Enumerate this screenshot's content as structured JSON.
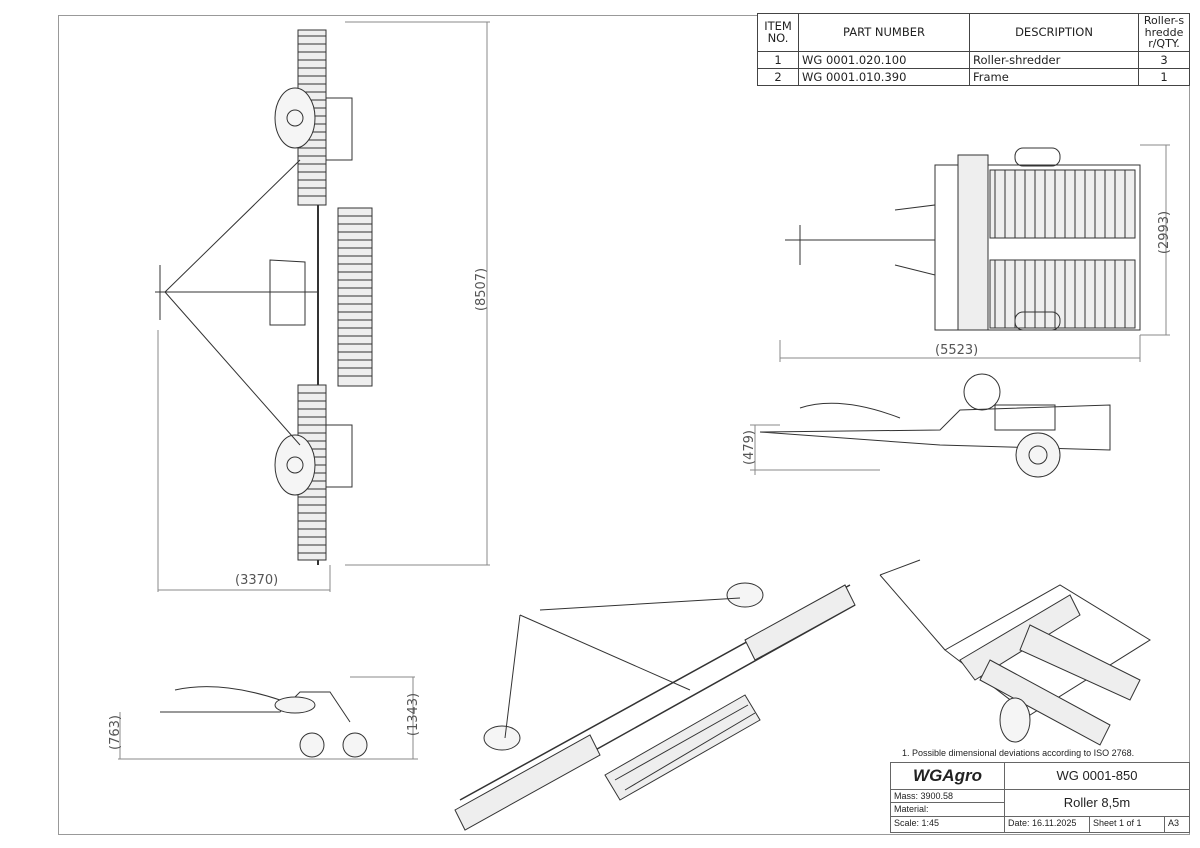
{
  "bom": {
    "headers": [
      "ITEM NO.",
      "PART NUMBER",
      "DESCRIPTION",
      "Roller-shredder/QTY."
    ],
    "rows": [
      {
        "item": "1",
        "part": "WG 0001.020.100",
        "desc": "Roller-shredder",
        "qty": "3"
      },
      {
        "item": "2",
        "part": "WG 0001.010.390",
        "desc": "Frame",
        "qty": "1"
      }
    ]
  },
  "dimensions": {
    "overall_length": "(8507)",
    "overall_width": "(3370)",
    "transport_width": "(2993)",
    "transport_length": "(5523)",
    "hitch_height": "(479)",
    "side_height": "(1343)",
    "side_hitch": "(763)"
  },
  "note": "1. Possible dimensional deviations according to ISO 2768.",
  "title_block": {
    "company": "WGAgro",
    "drawing_number": "WG 0001-850",
    "mass": "Mass: 3900.58",
    "material": "Material:",
    "title": "Roller 8,5m",
    "scale": "Scale: 1:45",
    "date": "Date: 16.11.2025",
    "sheet": "Sheet 1 of 1",
    "size": "A3"
  }
}
